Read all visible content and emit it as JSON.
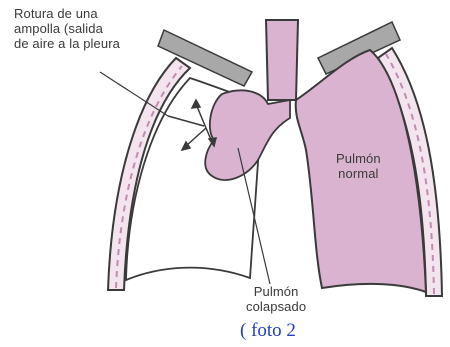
{
  "labels": {
    "rupture": [
      "Rotura de una",
      "ampolla (salida",
      "de aire a la pleura"
    ],
    "normal_lung": [
      "Pulmón",
      "normal"
    ],
    "collapsed_lung": [
      "Pulmón",
      "colapsado"
    ]
  },
  "caption": "( foto 2",
  "colors": {
    "lung_fill": "#d9b3cf",
    "bone_gray": "#a8a8a8",
    "outline": "#3a3a3a",
    "caption_blue": "#1f3fbf"
  }
}
